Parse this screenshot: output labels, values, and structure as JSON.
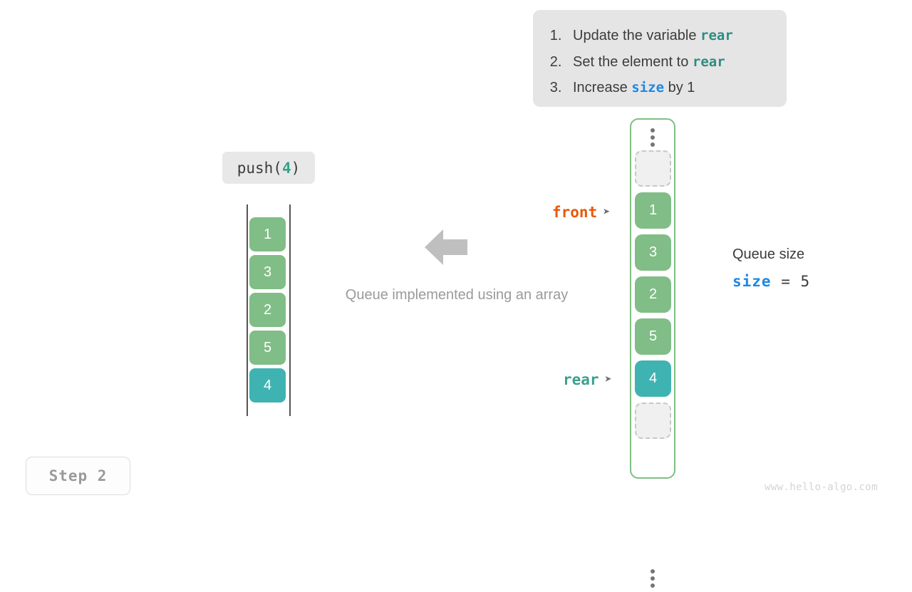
{
  "instructions": {
    "steps": [
      {
        "pre": "Update the variable ",
        "code": "rear",
        "code_color": "teal",
        "post": ""
      },
      {
        "pre": "Set the element to ",
        "code": "rear",
        "code_color": "teal",
        "post": ""
      },
      {
        "pre": "Increase ",
        "code": "size",
        "code_color": "blue",
        "post": " by 1"
      }
    ],
    "step_1_pre": "Update the variable ",
    "step_1_code": "rear",
    "step_1_post": "",
    "step_2_pre": "Set the element to ",
    "step_2_code": "rear",
    "step_2_post": "",
    "step_3_pre": "Increase ",
    "step_3_code": "size",
    "step_3_post": " by 1"
  },
  "operation": {
    "name": "push",
    "open_paren": "(",
    "argument": "4",
    "close_paren": ")"
  },
  "left_array": {
    "label": "abstract-queue",
    "cells": [
      {
        "value": "1",
        "state": "green"
      },
      {
        "value": "3",
        "state": "green"
      },
      {
        "value": "2",
        "state": "green"
      },
      {
        "value": "5",
        "state": "green"
      },
      {
        "value": "4",
        "state": "teal"
      }
    ]
  },
  "caption": "Queue implemented using an array",
  "right_array": {
    "slots": [
      {
        "value": "",
        "state": "empty"
      },
      {
        "value": "1",
        "state": "green"
      },
      {
        "value": "3",
        "state": "green"
      },
      {
        "value": "2",
        "state": "green"
      },
      {
        "value": "5",
        "state": "green"
      },
      {
        "value": "4",
        "state": "teal"
      },
      {
        "value": "",
        "state": "empty"
      }
    ]
  },
  "pointers": {
    "front_label": "front",
    "front_marker": "➤",
    "rear_label": "rear",
    "rear_marker": "➤"
  },
  "queue_size": {
    "title": "Queue size",
    "variable": "size",
    "operator": "=",
    "value": "5"
  },
  "step_badge": "Step 2",
  "watermark": "www.hello-algo.com",
  "colors": {
    "green": "#81bd87",
    "teal": "#3fb3b2",
    "front_orange": "#e8590c",
    "rear_teal": "#3aa18f",
    "size_blue": "#1e88e5",
    "panel_gray": "#e5e5e5",
    "container_border_green": "#7fbf83"
  }
}
